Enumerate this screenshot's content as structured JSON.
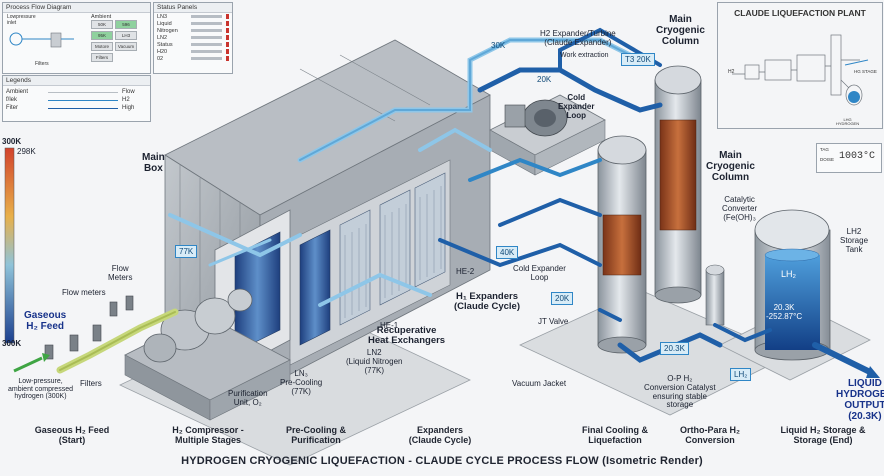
{
  "panels": {
    "pfd": {
      "title": "Process Flow Diagram",
      "inlet": "Lowpressure\ninlet",
      "filters": "Filters",
      "ambient_title": "Ambient",
      "ambient_cells": [
        "50K",
        "596",
        "95K",
        "LH3",
        "Motore",
        "Vacuum",
        "Filters"
      ]
    },
    "status": {
      "title": "Status Panels",
      "rows": [
        "LN3",
        "Liquid",
        "Nitrogen",
        "LN2",
        "Status",
        "H20",
        "02"
      ]
    },
    "legend": {
      "title": "Legends",
      "rows": [
        {
          "left": "Ambient",
          "right": "Flow"
        },
        {
          "left": "f/lek",
          "right": "H2"
        },
        {
          "left": "Fiter",
          "right": "High"
        }
      ]
    },
    "mini": {
      "title": "CLAUDE LIQUEFACTION PLANT",
      "labels": [
        "H2",
        "HG STAGE",
        "LHG\nHYDROGEN"
      ]
    },
    "temp_badge": {
      "top": "TAG",
      "small": "DOISE",
      "value": "1003°C"
    }
  },
  "scale": {
    "top_label": "300K",
    "top_value": "298K",
    "bottom_label": "300K"
  },
  "labels": {
    "h2_expander": "H2 Expander/Turbine\n(Claude Expander)",
    "work_extraction": "Work extraction",
    "main_column_1": "Main\nCryogenic\nColumn",
    "main_column_2": "Main\nCryogenic\nColumn",
    "cold_loop_top": "Cold\nExpander\nLoop",
    "cold_loop_bottom": "Cold Expander\nLoop",
    "main_box": "Main\nBox",
    "catalytic": "Catalytic\nConverter\n(Fe(OH)₃",
    "lh2_tank": "LH2\nStorage\nTank",
    "tank_lh2": "LH₂",
    "tank_reading": "20.3K\n-252.87°C",
    "flow_meters_top": "Flow\nMeters",
    "flow_meters": "Flow meters",
    "gaseous_feed": "Gaseous\nH₂ Feed",
    "low_pressure": "Low-pressure,\nambient compressed\nhydrogen (300K)",
    "filters": "Filters",
    "he1": "HE-1",
    "he2": "HE-2",
    "h1_expanders": "H₁ Expanders\n(Claude Cycle)",
    "recuperative": "Recuperative\nHeat Exchangers",
    "ln2": "LN2\n(Liquid Nitrogen\n(77K)",
    "ln3": "LN₃\nPre-Cooling\n(77K)",
    "purification_unit": "Purification\nUnit, O₂",
    "jt_valve": "JT Valve",
    "vacuum_jacket": "Vacuum Jacket",
    "op_h2": "O-P H₂\nConversion Catalyst\nensuring stable\nstorage",
    "liquid_output": "LIQUID\nHYDROGEN\nOUTPUT\n(20.3K)"
  },
  "tags": {
    "t30k": "30K",
    "t20k": "20K",
    "t320k": "T3 20K",
    "t77k": "77K",
    "t40k": "40K",
    "t20k_b": "20K",
    "t203": "20.3K",
    "tlh2": "LH₂"
  },
  "stages": [
    "Gaseous H₂ Feed\n(Start)",
    "H₂ Compressor -\nMultiple Stages",
    "Pre-Cooling &\nPurification",
    "Expanders\n(Claude Cycle)",
    "Final Cooling &\nLiquefaction",
    "Ortho-Para H₂\nConversion",
    "Liquid H₂ Storage &\nStorage (End)"
  ],
  "footer": "HYDROGEN CRYOGENIC LIQUEFACTION - CLAUDE CYCLE PROCESS FLOW (Isometric Render)",
  "colors": {
    "pipe_cold": "#1f5fa8",
    "pipe_light": "#8ec6e8",
    "pipe_feed": "#c6d77a",
    "accent": "#2f86c6",
    "column_core": "#b0562a"
  }
}
